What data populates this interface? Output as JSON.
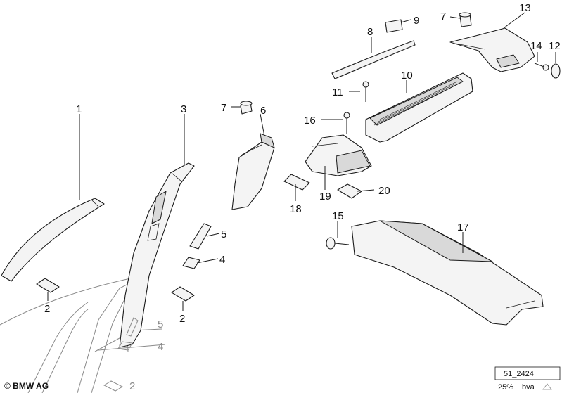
{
  "callouts": {
    "c1": "1",
    "c2a": "2",
    "c2b": "2",
    "c2c": "2",
    "c3": "3",
    "c4a": "4",
    "c4b": "4",
    "c5a": "5",
    "c5b": "5",
    "c6": "6",
    "c7a": "7",
    "c7b": "7",
    "c8": "8",
    "c9": "9",
    "c10": "10",
    "c11": "11",
    "c12": "12",
    "c13": "13",
    "c14": "14",
    "c15": "15",
    "c16": "16",
    "c17": "17",
    "c18": "18",
    "c19": "19",
    "c20": "20"
  },
  "footer": {
    "copyright": "© BMW AG",
    "diagram_id": "51_2424",
    "scale": "25%",
    "code": "bva"
  }
}
